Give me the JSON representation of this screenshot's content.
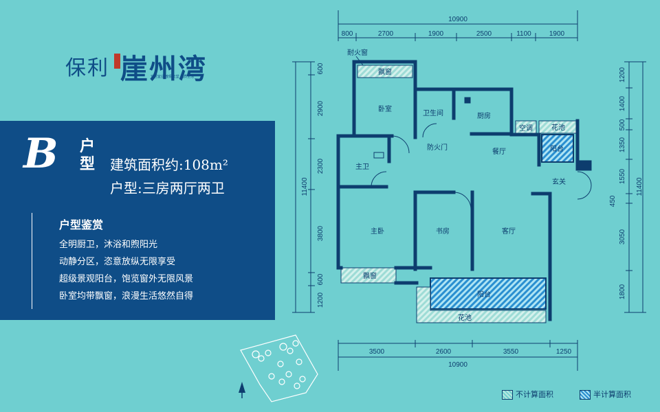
{
  "logo": {
    "brand": "保利",
    "project": "崖州湾",
    "slogan": "宜居宜业 度假天堂 品质生活"
  },
  "unit": {
    "letter": "B",
    "type_label": "户型",
    "area": "建筑面积约:108m²",
    "layout": "户型:三房两厅两卫"
  },
  "features": {
    "title": "户型鉴赏",
    "items": [
      "全明厨卫，沐浴和煦阳光",
      "动静分区，恣意放纵无限享受",
      "超级景观阳台，饱览窗外无限风景",
      "卧室均带飘窗，浪漫生活悠然自得"
    ]
  },
  "dims": {
    "top_total": "10900",
    "top": [
      "800",
      "2700",
      "1900",
      "2500",
      "1100",
      "1900"
    ],
    "bottom_total": "10900",
    "bottom": [
      "3500",
      "2600",
      "3550",
      "1250"
    ],
    "left_total": "11400",
    "left": [
      "600",
      "2900",
      "2300",
      "3800",
      "600",
      "1200"
    ],
    "right_total": "11400",
    "right": [
      "1200",
      "1400",
      "500",
      "1350",
      "1550",
      "450",
      "3050",
      "1800"
    ]
  },
  "rooms": {
    "fire_window": "耐火窗",
    "bay_top": "飘窗",
    "bedroom": "卧室",
    "toilet": "卫生间",
    "kitchen": "厨房",
    "fire_door": "防火门",
    "master_bath": "主卫",
    "dining": "餐厅",
    "planter_r": "花池",
    "ac": "空调",
    "balcony_r": "阳台",
    "foyer": "玄关",
    "master_bed": "主卧",
    "study": "书房",
    "living": "客厅",
    "bay_bottom": "飘窗",
    "balcony_b": "阳台",
    "planter_b": "花池"
  },
  "legend": {
    "no_calc": "不计算面积",
    "half_calc": "半计算面积"
  },
  "colors": {
    "background": "#6fcfd0",
    "panel": "#0f4d87",
    "wall": "#0d3d6e"
  }
}
